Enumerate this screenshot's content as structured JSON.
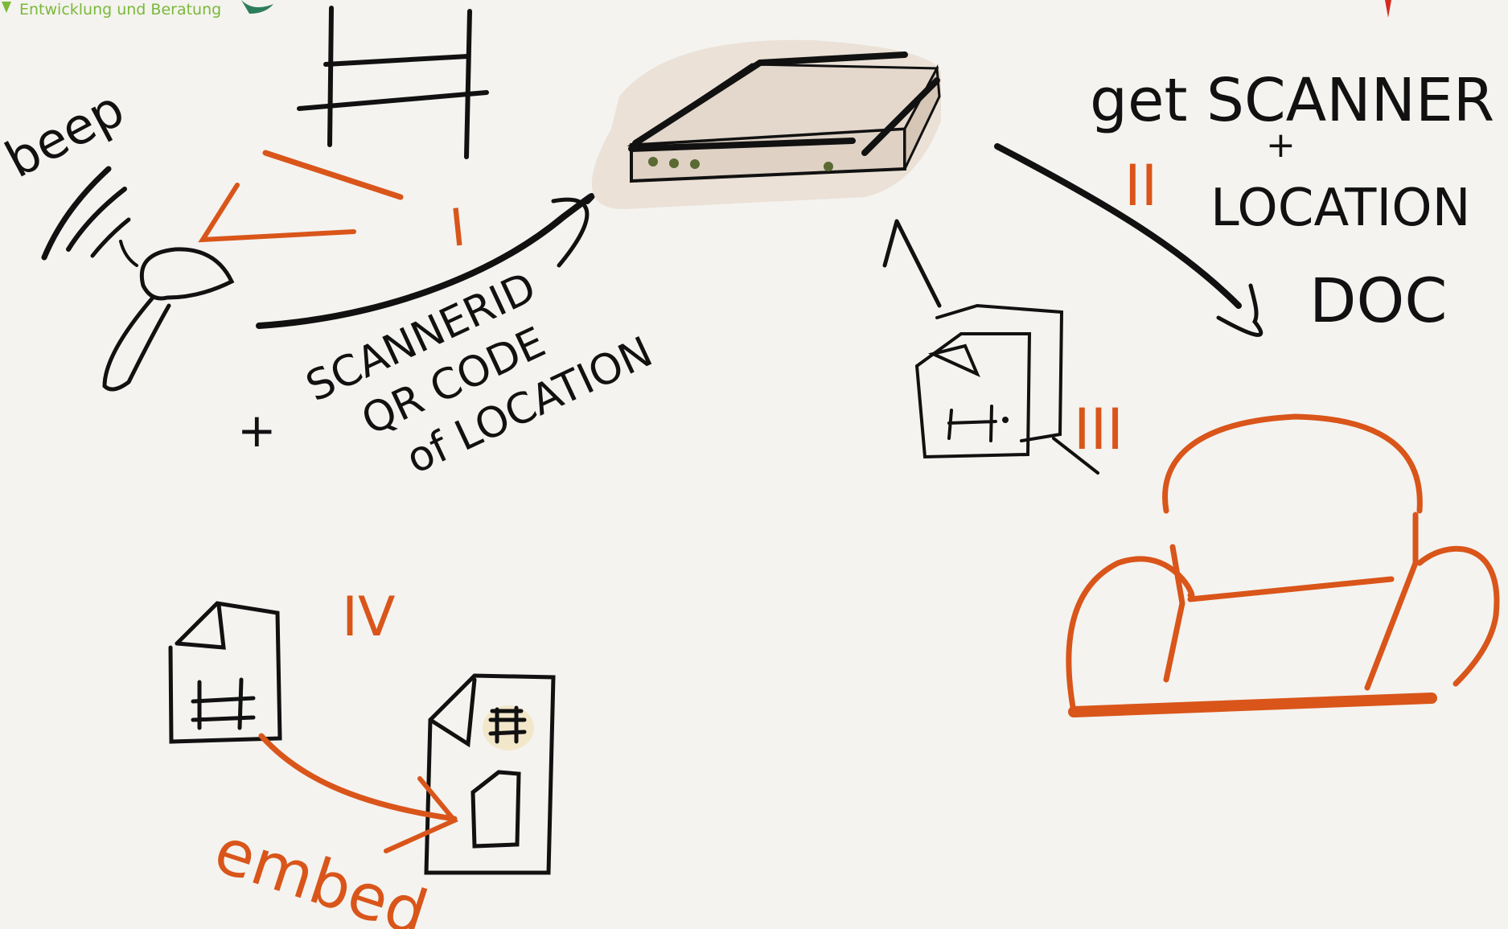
{
  "brand": {
    "tagline": "Entwicklung und Beratung"
  },
  "labels": {
    "beep": "beep",
    "step1": "I",
    "step2": "II",
    "step3": "III",
    "step4": "IV",
    "scanner_line": "SCANNERID",
    "qr_line": "QR CODE",
    "of_location_line": "of LOCATION",
    "plus": "+",
    "get_scanner": "get SCANNER",
    "plus_small": "+",
    "location": "LOCATION",
    "doc": "DOC",
    "embed": "embed"
  },
  "colors": {
    "ink": "#111111",
    "accent": "#d9551a",
    "device": "#dfd2c5",
    "led": "#5a6a32",
    "brand": "#7bb83a",
    "paper": "#f4f3ef"
  },
  "icons": [
    "barcode-scanner-icon",
    "qr-code-icon",
    "server-icon",
    "document-stack-icon",
    "armchair-icon",
    "document-icon",
    "container-document-icon"
  ]
}
